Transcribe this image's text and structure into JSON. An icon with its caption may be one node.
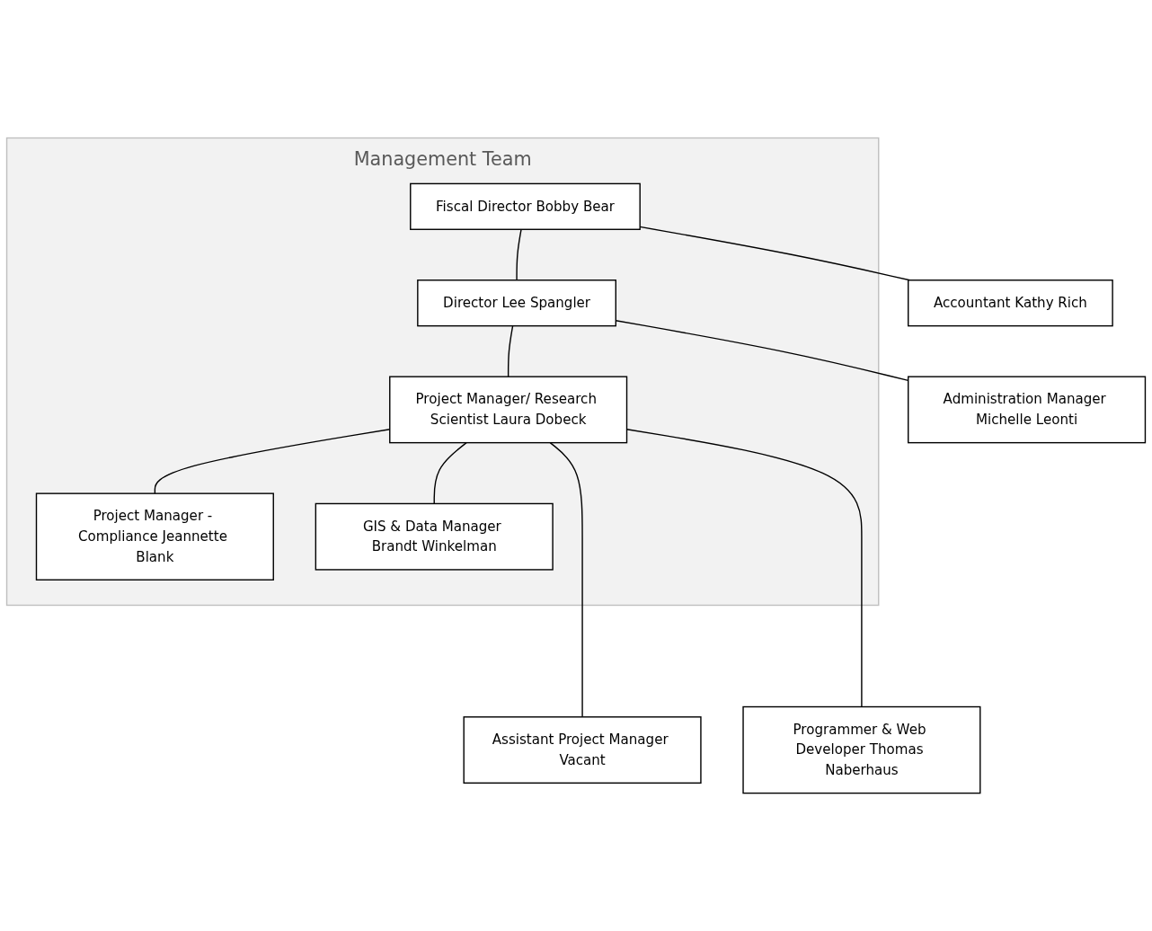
{
  "diagram": {
    "nodes": [
      {
        "text": [
          "Management Team"
        ]
      },
      {
        "text": [
          "Fiscal Director Bobby Bear"
        ],
        "in": 0
      },
      {
        "text": [
          "Director Lee Spangler"
        ],
        "in": 0
      },
      {
        "text": [
          "Administration Manager Michelle Leonti"
        ]
      },
      {
        "text": [
          "Accountant Kathy Rich"
        ]
      },
      {
        "text": [
          "Project Manager/ Research Scientist Laura Dobeck"
        ],
        "in": 0
      },
      {
        "text": [
          "Project Manager - Compliance Jeannette Blank"
        ],
        "in": 0
      },
      {
        "text": [
          "GIS & Data Manager Brandt Winkelman"
        ],
        "in": 0
      },
      {
        "text": [
          "Assistant Project Manager Vacant"
        ]
      },
      {
        "text": [
          "Programmer & Web Developer Thomas Naberhaus"
        ]
      }
    ],
    "edges": [
      {
        "from": 1,
        "to": 2,
        "arrow": "none"
      },
      {
        "from": 2,
        "to": 3,
        "arrow": "none"
      },
      {
        "from": 1,
        "to": 4,
        "arrow": "none"
      },
      {
        "from": 2,
        "to": 5,
        "arrow": "none"
      },
      {
        "from": 5,
        "to": 6,
        "arrow": "none"
      },
      {
        "from": 5,
        "to": 7,
        "arrow": "none"
      },
      {
        "from": 5,
        "to": 8,
        "arrow": "none"
      },
      {
        "from": 5,
        "to": 9,
        "arrow": "none"
      }
    ]
  }
}
